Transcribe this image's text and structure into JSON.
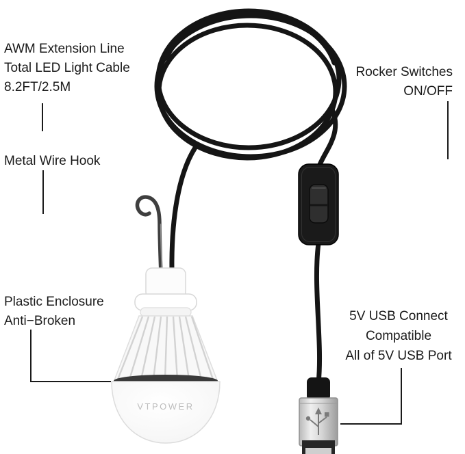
{
  "labels": {
    "extension_line": {
      "lines": [
        "AWM Extension Line",
        "Total LED Light Cable",
        "8.2FT/2.5M"
      ]
    },
    "rocker_switch": {
      "lines": [
        "Rocker Switches",
        "ON/OFF"
      ]
    },
    "metal_hook": {
      "lines": [
        "Metal Wire Hook"
      ]
    },
    "enclosure": {
      "lines": [
        "Plastic Enclosure",
        "Anti−Broken"
      ]
    },
    "usb": {
      "lines": [
        "5V USB Connect",
        "Compatible",
        "All of 5V USB Port"
      ]
    }
  },
  "bulb": {
    "brand": "VTPOWER"
  },
  "colors": {
    "background": "#ffffff",
    "label_text": "#1a1a1a",
    "cable": "#151515",
    "switch_body": "#1a1a1a",
    "usb_metal": "#c9c9c9",
    "brand_text": "#bdbdbd"
  }
}
